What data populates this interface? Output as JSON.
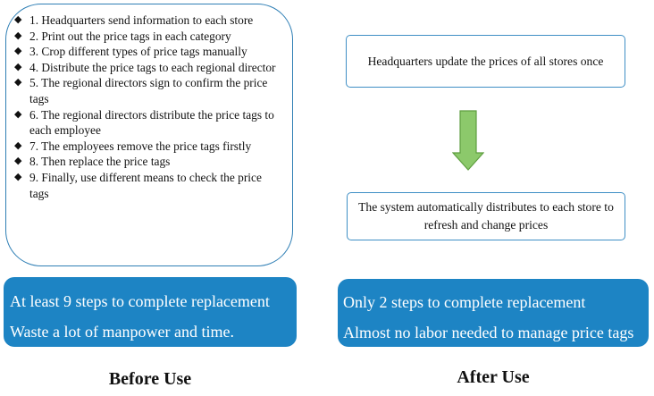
{
  "before": {
    "steps": [
      "1. Headquarters send information to each store",
      "2. Print out the price tags in each category",
      "3. Crop different types of price tags manually",
      "4. Distribute the price tags to each regional director",
      "5. The regional directors sign to confirm the price tags",
      "6. The regional directors distribute the price tags to each employee",
      "7. The employees remove the price tags firstly",
      "8. Then replace the price tags",
      "9. Finally, use different means to check the price tags"
    ],
    "summary_line1": "At least 9 steps to complete replacement",
    "summary_line2": "Waste a lot of manpower and time.",
    "caption": "Before Use"
  },
  "after": {
    "top_box": "Headquarters update the prices of all stores once",
    "bottom_box": "The system automatically distributes to each store to refresh and change prices",
    "summary_line1": "Only 2 steps to complete replacement",
    "summary_line2": "Almost no labor needed to manage price tags",
    "caption": "After Use"
  },
  "colors": {
    "summary_fill": "#1d84c4",
    "border": "#2f7fb5",
    "arrow_fill": "#8cc96b",
    "arrow_stroke": "#5e9e3f"
  }
}
